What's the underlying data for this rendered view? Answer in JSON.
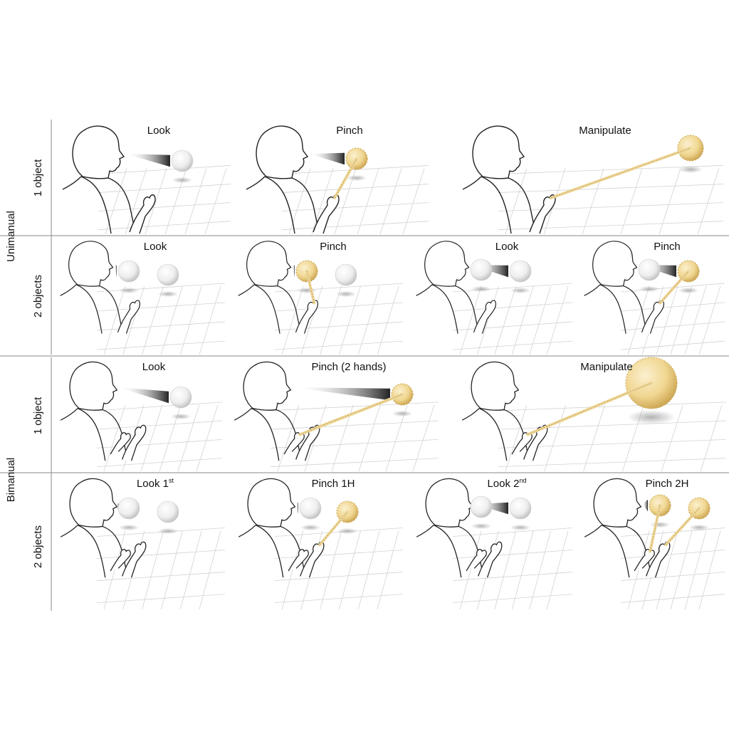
{
  "figure": {
    "groups": [
      {
        "label": "Unimanual",
        "rows": [
          {
            "label": "1 object",
            "panels": [
              {
                "caption": "Look",
                "sup": "",
                "hands": 1,
                "phase": "look"
              },
              {
                "caption": "Pinch",
                "sup": "",
                "hands": 1,
                "phase": "pinch"
              },
              {
                "caption": "Manipulate",
                "sup": "",
                "hands": 1,
                "phase": "manipulate"
              }
            ]
          },
          {
            "label": "2 objects",
            "panels": [
              {
                "caption": "Look",
                "sup": "",
                "hands": 1,
                "phase": "look-first"
              },
              {
                "caption": "Pinch",
                "sup": "",
                "hands": 1,
                "phase": "pinch-first"
              },
              {
                "caption": "Look",
                "sup": "",
                "hands": 1,
                "phase": "look-second"
              },
              {
                "caption": "Pinch",
                "sup": "",
                "hands": 1,
                "phase": "pinch-second"
              }
            ]
          }
        ]
      },
      {
        "label": "Bimanual",
        "rows": [
          {
            "label": "1 object",
            "panels": [
              {
                "caption": "Look",
                "sup": "",
                "hands": 2,
                "phase": "look"
              },
              {
                "caption": "Pinch (2 hands)",
                "sup": "",
                "hands": 2,
                "phase": "pinch-2hands"
              },
              {
                "caption": "Manipulate",
                "sup": "",
                "hands": 2,
                "phase": "manipulate-2hands"
              }
            ]
          },
          {
            "label": "2 objects",
            "panels": [
              {
                "caption": "Look 1",
                "sup": "st",
                "hands": 2,
                "phase": "look-first"
              },
              {
                "caption": "Pinch 1H",
                "sup": "",
                "hands": 2,
                "phase": "pinch-first-1h"
              },
              {
                "caption": "Look 2",
                "sup": "nd",
                "hands": 2,
                "phase": "look-second"
              },
              {
                "caption": "Pinch 2H",
                "sup": "",
                "hands": 2,
                "phase": "pinch-second-2h"
              }
            ]
          }
        ]
      }
    ]
  },
  "colors": {
    "line": "#222222",
    "grid": "#d2d2d2",
    "selected_fill": "#f0d690",
    "selected_stroke": "#c9a24e",
    "unselected_fill": "#f2f2f2",
    "gaze_dark": "#333333",
    "ray": "#eed79a"
  }
}
